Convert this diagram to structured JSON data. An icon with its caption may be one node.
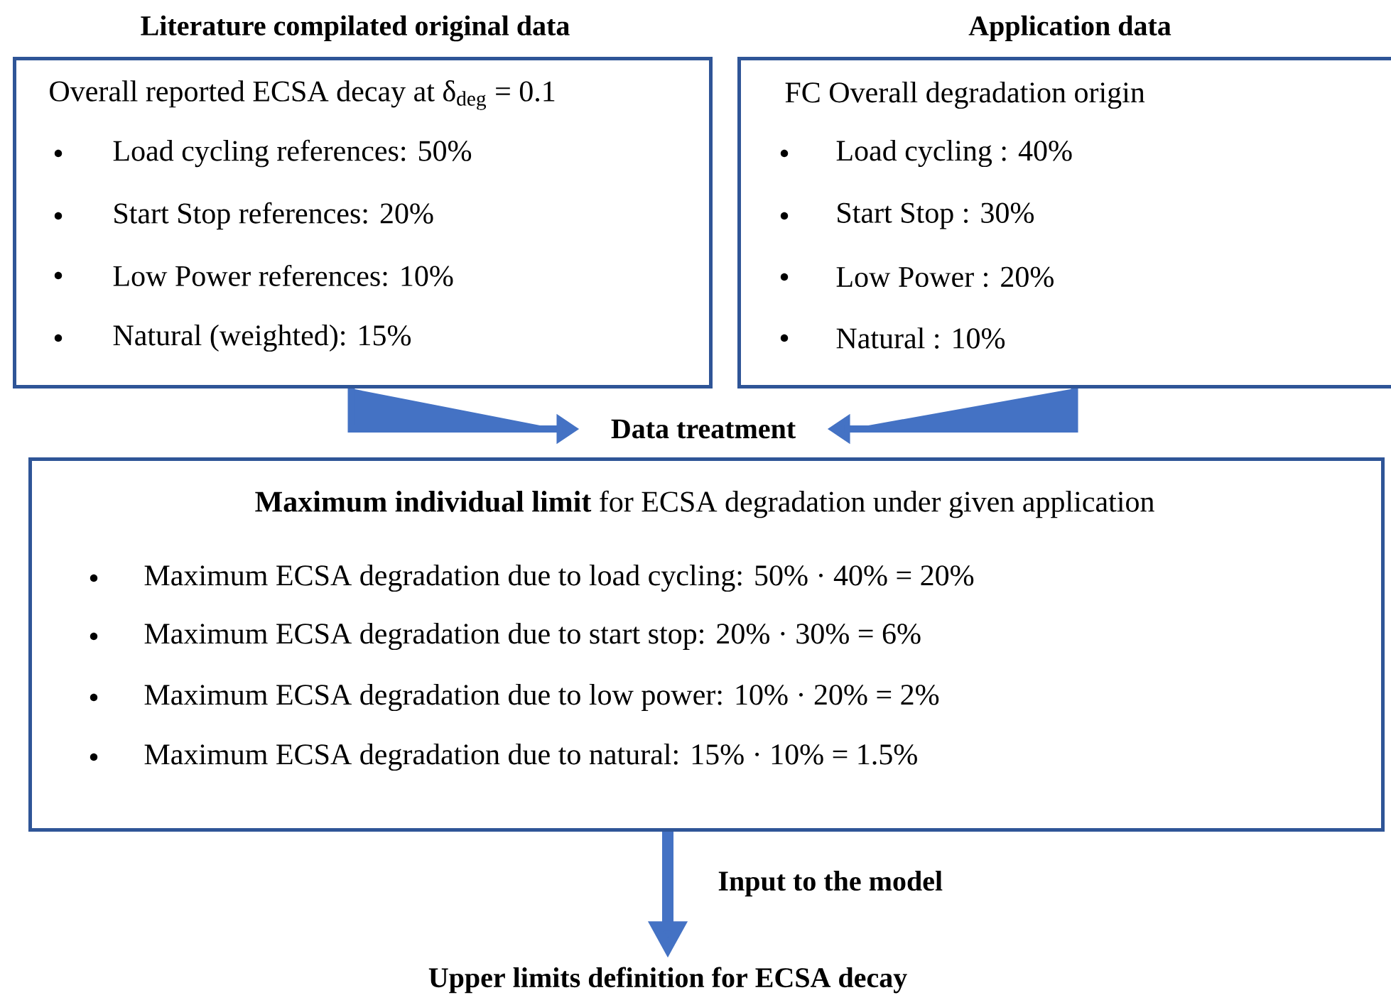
{
  "diagram": {
    "nodes": [
      {
        "text": [
          "Literature compilated original data",
          "Overall reported ECSA decay at δ$_{deg}$ = 0.1",
          "Load cycling references: 50%",
          "Start Stop references: 20%",
          "Low Power references: 10%",
          "Natural (weighted): 15%"
        ]
      },
      {
        "text": [
          "Application data",
          "FC Overall degradation origin",
          "Load cycling : 40%",
          "Start Stop : 30%",
          "Low Power : 20%",
          "Natural : 10%"
        ]
      },
      {
        "text": [
          "Data treatment"
        ]
      },
      {
        "text": [
          "**Maximum individual limit** for ECSA degradation under given application",
          "Maximum ECSA degradation due to load cycling: 50% · 40% = 20%",
          "Maximum ECSA degradation due to start stop: 20% · 30% = 6%",
          "Maximum ECSA degradation due to low power: 10% · 20% = 2%",
          "Maximum ECSA degradation due to natural: 15% · 10% = 1.5%"
        ]
      },
      {
        "text": [
          "Upper limits definition for ECSA decay"
        ]
      }
    ],
    "edges": [
      {
        "from": 0,
        "to": 2,
        "arrow": "to"
      },
      {
        "from": 1,
        "to": 2,
        "arrow": "to"
      },
      {
        "from": 3,
        "to": 4,
        "arrow": "to",
        "label": "Input to the model"
      }
    ]
  }
}
